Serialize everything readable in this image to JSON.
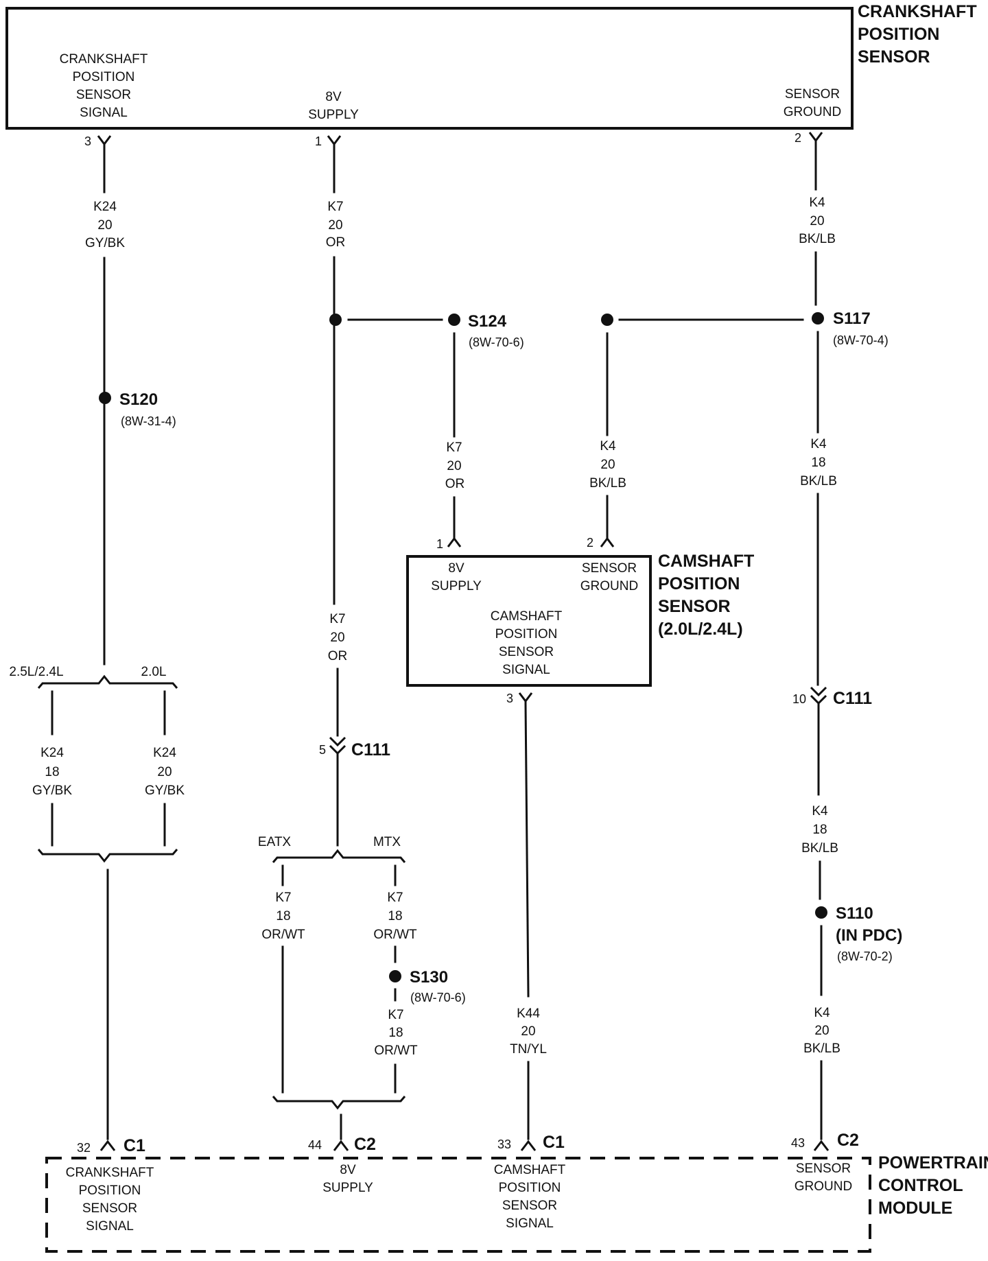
{
  "components": {
    "ckp": {
      "title": [
        "CRANKSHAFT",
        "POSITION",
        "SENSOR"
      ],
      "pins": {
        "signal": [
          "CRANKSHAFT",
          "POSITION",
          "SENSOR",
          "SIGNAL"
        ],
        "supply": [
          "8V",
          "SUPPLY"
        ],
        "ground": [
          "SENSOR",
          "GROUND"
        ]
      },
      "pin_numbers": {
        "signal": "3",
        "supply": "1",
        "ground": "2"
      }
    },
    "cmp": {
      "title": [
        "CAMSHAFT",
        "POSITION",
        "SENSOR",
        "(2.0L/2.4L)"
      ],
      "pins": {
        "supply": [
          "8V",
          "SUPPLY"
        ],
        "ground": [
          "SENSOR",
          "GROUND"
        ],
        "signal": [
          "CAMSHAFT",
          "POSITION",
          "SENSOR",
          "SIGNAL"
        ]
      },
      "pin_numbers": {
        "supply": "1",
        "ground": "2",
        "signal": "3"
      }
    },
    "pcm": {
      "title": [
        "POWERTRAIN",
        "CONTROL",
        "MODULE"
      ],
      "pins": {
        "crank": [
          "CRANKSHAFT",
          "POSITION",
          "SENSOR",
          "SIGNAL"
        ],
        "supply": [
          "8V",
          "SUPPLY"
        ],
        "cam": [
          "CAMSHAFT",
          "POSITION",
          "SENSOR",
          "SIGNAL"
        ],
        "ground": [
          "SENSOR",
          "GROUND"
        ]
      },
      "pin_numbers": {
        "crank": "32",
        "supply": "44",
        "cam": "33",
        "ground": "43"
      },
      "connectors": {
        "crank": "C1",
        "supply": "C2",
        "cam": "C1",
        "ground": "C2"
      }
    }
  },
  "wires": {
    "k24_top": [
      "K24",
      "20",
      "GY/BK"
    ],
    "k7_top": [
      "K7",
      "20",
      "OR"
    ],
    "k4_top": [
      "K4",
      "20",
      "BK/LB"
    ],
    "k7_cam": [
      "K7",
      "20",
      "OR"
    ],
    "k4_cam": [
      "K4",
      "20",
      "BK/LB"
    ],
    "k4_mid": [
      "K4",
      "18",
      "BK/LB"
    ],
    "k7_mid": [
      "K7",
      "20",
      "OR"
    ],
    "k24_left": [
      "K24",
      "18",
      "GY/BK"
    ],
    "k24_right": [
      "K24",
      "20",
      "GY/BK"
    ],
    "k4_low": [
      "K4",
      "18",
      "BK/LB"
    ],
    "k7_eatx": [
      "K7",
      "18",
      "OR/WT"
    ],
    "k7_mtx": [
      "K7",
      "18",
      "OR/WT"
    ],
    "k7_s130": [
      "K7",
      "18",
      "OR/WT"
    ],
    "k44": [
      "K44",
      "20",
      "TN/YL"
    ],
    "k4_bottom": [
      "K4",
      "20",
      "BK/LB"
    ]
  },
  "splices": {
    "s124": {
      "name": "S124",
      "ref": "(8W-70-6)"
    },
    "s117": {
      "name": "S117",
      "ref": "(8W-70-4)"
    },
    "s120": {
      "name": "S120",
      "ref": "(8W-31-4)"
    },
    "s110": {
      "name": "S110",
      "name2": "(IN PDC)",
      "ref": "(8W-70-2)"
    },
    "s130": {
      "name": "S130",
      "ref": "(8W-70-6)"
    }
  },
  "inline_connectors": {
    "c111_k7": {
      "name": "C111",
      "pin": "5"
    },
    "c111_k4": {
      "name": "C111",
      "pin": "10"
    }
  },
  "branch_labels": {
    "crank_left": "2.5L/2.4L",
    "crank_right": "2.0L",
    "supply_left": "EATX",
    "supply_right": "MTX"
  }
}
